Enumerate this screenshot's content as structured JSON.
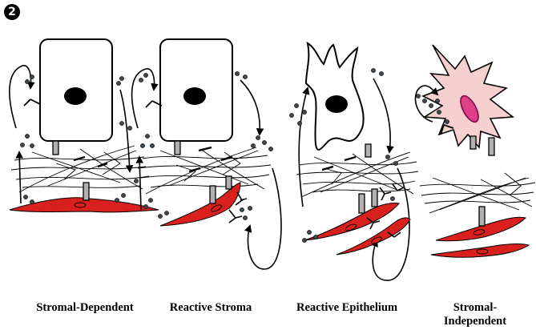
{
  "figure": {
    "badge": "2",
    "panels": [
      {
        "label": "Stromal-Dependent"
      },
      {
        "label": "Reactive Stroma"
      },
      {
        "label": "Reactive Epithelium"
      },
      {
        "label_line1": "Stromal-",
        "label_line2": "Independent"
      }
    ]
  },
  "colors": {
    "fibroblast": "#d8201e",
    "tumor_cell_fill": "#f6cfcf",
    "tumor_nucleus": "#e0408a",
    "ink": "#000000",
    "receptor": "#a8a8a8"
  }
}
